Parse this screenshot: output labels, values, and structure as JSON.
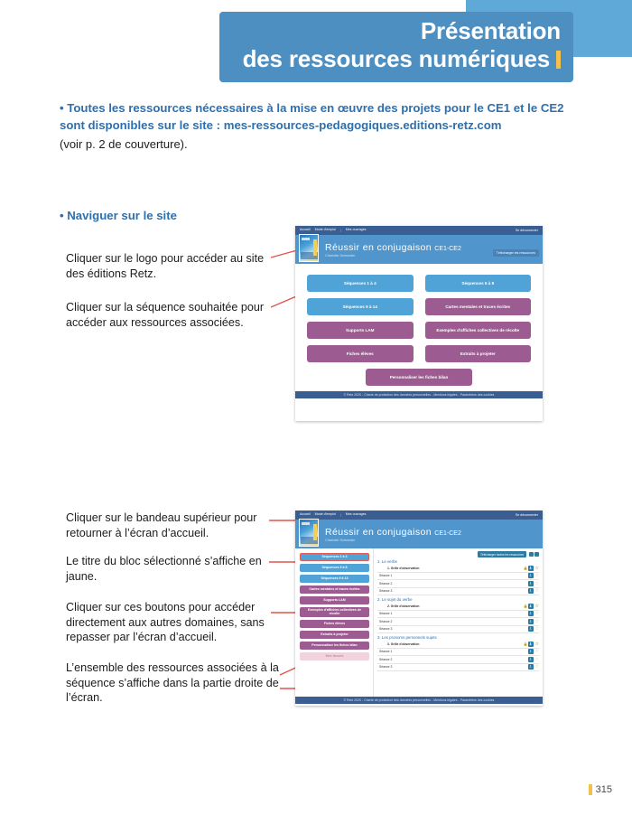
{
  "header": {
    "title_line1": "Présentation",
    "title_line2": "des ressources numériques",
    "accent_color": "#f2c14b",
    "band_color": "#4c8fc0"
  },
  "intro": {
    "blue_text": "• Toutes les ressources nécessaires à la mise en œuvre des projets pour le CE1 et le CE2 sont disponibles sur le site : mes-ressources-pedagogiques.editions-retz.com",
    "black_text": "(voir p. 2 de couverture)."
  },
  "section": {
    "heading": "• Naviguer sur le site"
  },
  "notes": {
    "n1": "Cliquer sur le logo pour accéder au site des éditions Retz.",
    "n2": "Cliquer sur la séquence souhaitée pour accéder aux ressources associées.",
    "n3": "Cliquer sur le bandeau supérieur pour retourner à l’écran d’accueil.",
    "n4": "Le titre du bloc sélectionné s’affiche en jaune.",
    "n5": "Cliquer sur ces boutons pour accéder directement aux autres domaines, sans repasser par l’écran d’accueil.",
    "n6": "L’ensemble des ressources associées à la séquence s’affiche dans la partie droite de l’écran."
  },
  "mock1": {
    "nav": {
      "home": "Accueil",
      "guide": "Mode d'emploi",
      "sep": "|",
      "books": "Mes ouvrages",
      "logout": "Se déconnecter"
    },
    "hero": {
      "title": "Réussir en  conjugaison",
      "level": "CE1-CE2",
      "author": "Charlotte Schneider",
      "download_all": "Télécharger les ressources"
    },
    "buttons_left": [
      {
        "label": "Séquences 1 à 4",
        "color": "blue"
      },
      {
        "label": "Séquences 9 à 14",
        "color": "blue"
      },
      {
        "label": "Supports LAM",
        "color": "purple"
      },
      {
        "label": "Fiches élèves",
        "color": "purple"
      }
    ],
    "buttons_right": [
      {
        "label": "Séquences 5 à 8",
        "color": "blue"
      },
      {
        "label": "Cartes mentales et traces écrites",
        "color": "purple"
      },
      {
        "label": "Exemples d'affiches collectives de récolte",
        "color": "purple"
      },
      {
        "label": "Extraits à projeter",
        "color": "purple"
      }
    ],
    "button_center": {
      "label": "Personnaliser les fiches bilan",
      "color": "purple"
    },
    "footer": "© Retz 2020 - Charte de protection des données personnelles - Mentions légales - Paramètres des cookies"
  },
  "mock2": {
    "nav": {
      "home": "Accueil",
      "guide": "Mode d'emploi",
      "sep": "|",
      "books": "Mes ouvrages",
      "logout": "Se déconnecter"
    },
    "hero": {
      "title": "Réussir en  conjugaison",
      "level": "CE1-CE2",
      "author": "Charlotte Schneider"
    },
    "toolbar": {
      "download_all": "Télécharger toutes les ressources"
    },
    "sidebar": [
      {
        "label": "Séquences 1 à 4",
        "color": "blue",
        "selected": true
      },
      {
        "label": "Séquences 5 à 8",
        "color": "blue",
        "selected": false
      },
      {
        "label": "Séquences 9 à 14",
        "color": "blue",
        "selected": false
      },
      {
        "label": "Cartes mentales et traces écrites",
        "color": "purple",
        "selected": false
      },
      {
        "label": "Supports LAM",
        "color": "purple",
        "selected": false
      },
      {
        "label": "Exemples d'affiches collectives de récolte",
        "color": "purple",
        "selected": false
      },
      {
        "label": "Fiches élèves",
        "color": "purple",
        "selected": false
      },
      {
        "label": "Extraits à projeter",
        "color": "purple",
        "selected": false
      },
      {
        "label": "Personnaliser les fiches bilan",
        "color": "purple",
        "selected": false
      },
      {
        "label": "Mes favoris",
        "color": "pink",
        "selected": false
      }
    ],
    "domains": [
      {
        "title": "1. Le verbe",
        "rows": [
          {
            "name": "1. Grille d'observation",
            "lock": true,
            "indent": true,
            "download": true,
            "star": true
          },
          {
            "name": "Séance 1",
            "lock": false,
            "indent": false,
            "download": true,
            "star": true
          },
          {
            "name": "Séance 2",
            "lock": false,
            "indent": false,
            "download": true,
            "star": true
          },
          {
            "name": "Séance 3",
            "lock": false,
            "indent": false,
            "download": true,
            "star": true
          }
        ]
      },
      {
        "title": "2. Le sujet du verbe",
        "rows": [
          {
            "name": "2. Grille d'observation",
            "lock": true,
            "indent": true,
            "download": true,
            "star": true
          },
          {
            "name": "Séance 1",
            "lock": false,
            "indent": false,
            "download": true,
            "star": true
          },
          {
            "name": "Séance 2",
            "lock": false,
            "indent": false,
            "download": true,
            "star": true
          },
          {
            "name": "Séance 3",
            "lock": false,
            "indent": false,
            "download": true,
            "star": true
          }
        ]
      },
      {
        "title": "3. Les pronoms personnels sujets",
        "rows": [
          {
            "name": "3. Grille d'observation",
            "lock": true,
            "indent": true,
            "download": true,
            "star": true
          },
          {
            "name": "Séance 1",
            "lock": false,
            "indent": false,
            "download": true,
            "star": true
          },
          {
            "name": "Séance 2",
            "lock": false,
            "indent": false,
            "download": true,
            "star": true
          },
          {
            "name": "Séance 3",
            "lock": false,
            "indent": false,
            "download": true,
            "star": true
          }
        ]
      }
    ],
    "footer": "© Retz 2020 - Charte de protection des données personnelles - Mentions légales - Paramètres des cookies"
  },
  "page": {
    "number": "315"
  }
}
